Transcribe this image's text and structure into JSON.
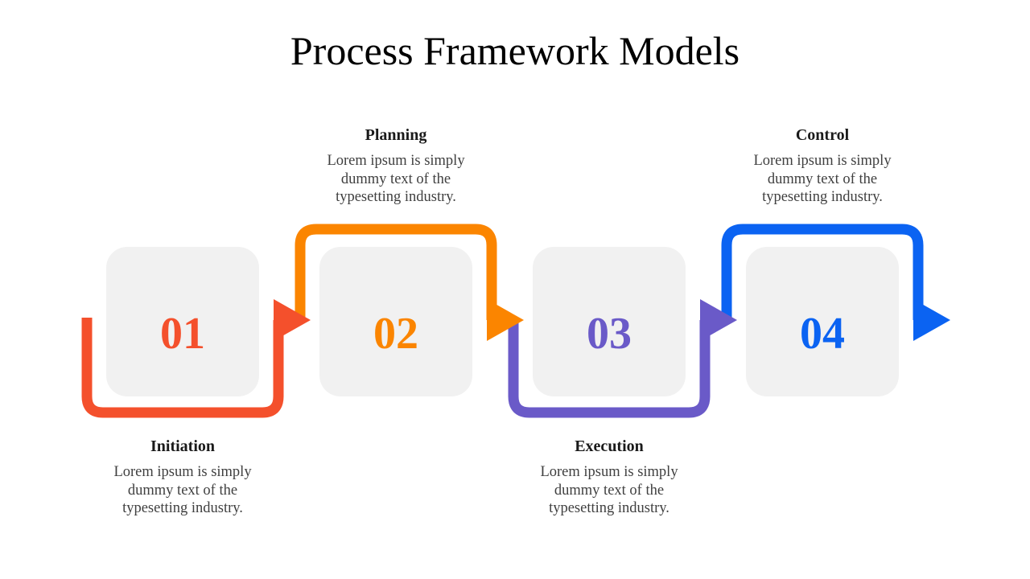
{
  "slide": {
    "title": "Process Framework Models"
  },
  "colors": {
    "background": "#FFFFFF",
    "box_fill": "#F1F1F1",
    "title_text": "#000000",
    "heading_text": "#1A1A1A",
    "body_text": "#3F3F3F",
    "step1_accent": "#F4502C",
    "step2_accent": "#FB8500",
    "step3_accent": "#6A5AC8",
    "step4_accent": "#0B63F2"
  },
  "steps": [
    {
      "number": "01",
      "label": "Initiation",
      "description": "Lorem ipsum is simply dummy text of the typesetting industry.",
      "color": "#F4502C",
      "label_position": "below",
      "arrow_style": "loop-under"
    },
    {
      "number": "02",
      "label": "Planning",
      "description": "Lorem ipsum is simply dummy text of the typesetting industry.",
      "color": "#FB8500",
      "label_position": "above",
      "arrow_style": "loop-over"
    },
    {
      "number": "03",
      "label": "Execution",
      "description": "Lorem ipsum is simply dummy text of the typesetting industry.",
      "color": "#6A5AC8",
      "label_position": "below",
      "arrow_style": "loop-under"
    },
    {
      "number": "04",
      "label": "Control",
      "description": "Lorem ipsum is simply dummy text of the typesetting industry.",
      "color": "#0B63F2",
      "label_position": "above",
      "arrow_style": "loop-over"
    }
  ]
}
